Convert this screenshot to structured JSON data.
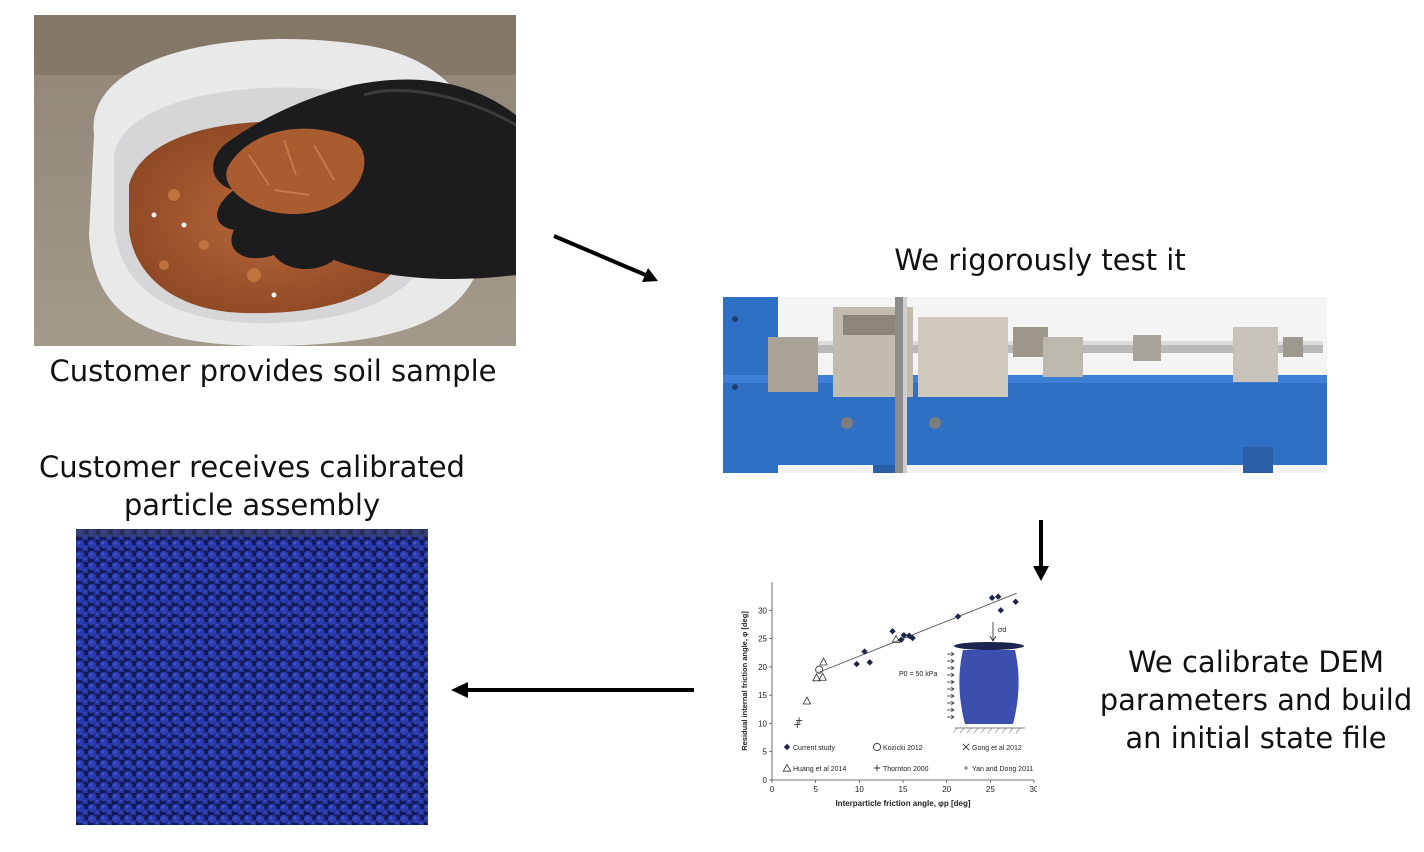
{
  "captions": {
    "soil": "Customer provides soil sample",
    "test": "We rigorously test it",
    "receive": "Customer receives calibrated particle assembly",
    "calibrate": "We calibrate DEM parameters and build an initial state file"
  },
  "colors": {
    "machine_blue": "#2f6fc4",
    "particle_blue": "#1f2fa0",
    "soil_brown": "#a85a2c",
    "glove_black": "#1c1c1e"
  },
  "chart_data": {
    "type": "scatter",
    "xlabel": "Interparticle friction angle, φp [deg]",
    "ylabel": "Residual internal friction angle, φ [deg]",
    "xlim": [
      0,
      30
    ],
    "ylim": [
      0,
      35
    ],
    "xticks": [
      0,
      5,
      10,
      15,
      20,
      25,
      30
    ],
    "yticks": [
      0,
      5,
      10,
      15,
      20,
      25,
      30
    ],
    "annotation_pressure": "P0 = 50 kPa",
    "annotation_stress": "σd",
    "legend": [
      {
        "marker": "diamond",
        "label": "Current study"
      },
      {
        "marker": "circle",
        "label": "Kozicki 2012"
      },
      {
        "marker": "cross",
        "label": "Gong et al 2012"
      },
      {
        "marker": "triangle",
        "label": "Huang et al 2014"
      },
      {
        "marker": "plus",
        "label": "Thornton 2000"
      },
      {
        "marker": "asterisk",
        "label": "Yan and Dong 2011"
      }
    ],
    "series": [
      {
        "name": "Current study",
        "marker": "diamond",
        "x": [
          9.7,
          10.6,
          11.2,
          13.8,
          14.8,
          15.1,
          15.7,
          16.1,
          21.3,
          25.2,
          25.9,
          26.2,
          27.9
        ],
        "y": [
          20.5,
          22.7,
          20.8,
          26.3,
          24.8,
          25.6,
          25.5,
          25.1,
          28.9,
          32.2,
          32.4,
          30.0,
          31.5
        ]
      },
      {
        "name": "Kozicki 2012",
        "marker": "circle",
        "x": [
          5.4
        ],
        "y": [
          19.5
        ]
      },
      {
        "name": "Huang et al 2014",
        "marker": "triangle",
        "x": [
          4.0,
          5.1,
          5.8,
          5.9,
          14.2
        ],
        "y": [
          14.0,
          18.1,
          18.2,
          20.9,
          24.9
        ]
      },
      {
        "name": "Thornton 2000",
        "marker": "plus",
        "x": [
          2.9,
          3.1
        ],
        "y": [
          9.8,
          10.5
        ]
      }
    ],
    "trendline": {
      "x": [
        5.3,
        28.0
      ],
      "y": [
        19.0,
        33.0
      ]
    }
  }
}
